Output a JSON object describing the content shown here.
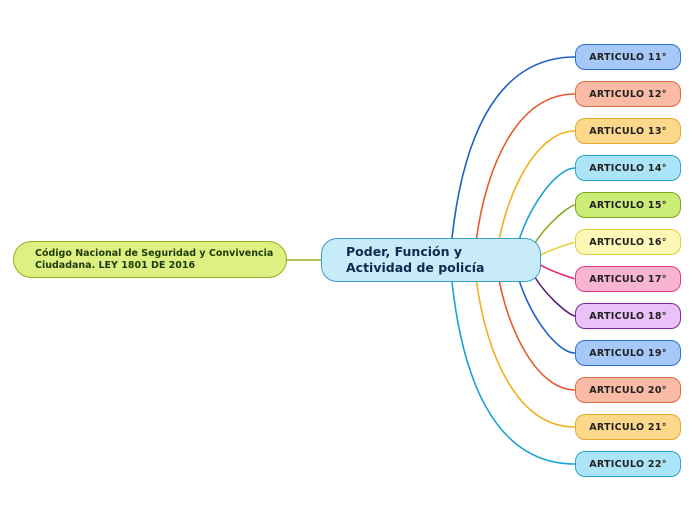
{
  "left_topic": {
    "label": "Código Nacional de Seguridad y Convivencia Ciudadana. LEY 1801 DE 2016"
  },
  "central_topic": {
    "label": "Poder, Función y Actividad de policía"
  },
  "articles": [
    {
      "label": "ARTICULO 11°",
      "fill": "#a6c8f8",
      "border": "#2f6fcf",
      "line": "#1f62c4"
    },
    {
      "label": "ARTICULO 12°",
      "fill": "#f9bba6",
      "border": "#df6a40",
      "line": "#e65a2a"
    },
    {
      "label": "ARTICULO 13°",
      "fill": "#fcd98a",
      "border": "#e3a92a",
      "line": "#f2b01f"
    },
    {
      "label": "ARTICULO 14°",
      "fill": "#ace4f7",
      "border": "#2ea6d1",
      "line": "#1ba3d3"
    },
    {
      "label": "ARTICULO 15°",
      "fill": "#ccec78",
      "border": "#7da71a",
      "line": "#86ad21"
    },
    {
      "label": "ARTICULO 16°",
      "fill": "#fdf8b8",
      "border": "#e1cf3a",
      "line": "#e6d138"
    },
    {
      "label": "ARTICULO 17°",
      "fill": "#f9b4d1",
      "border": "#df3a80",
      "line": "#e52c78"
    },
    {
      "label": "ARTICULO 18°",
      "fill": "#ecc0f9",
      "border": "#7c2a9c",
      "line": "#5c1f7d"
    },
    {
      "label": "ARTICULO 19°",
      "fill": "#a6c8f8",
      "border": "#2f6fcf",
      "line": "#1f62c4"
    },
    {
      "label": "ARTICULO 20°",
      "fill": "#f9bba6",
      "border": "#df6a40",
      "line": "#e65a2a"
    },
    {
      "label": "ARTICULO 21°",
      "fill": "#fcd98a",
      "border": "#e3a92a",
      "line": "#f2b01f"
    },
    {
      "label": "ARTICULO 22°",
      "fill": "#ace4f7",
      "border": "#2ea6d1",
      "line": "#1ba3d3"
    }
  ],
  "colors": {
    "left_connector": "#8fb021"
  }
}
